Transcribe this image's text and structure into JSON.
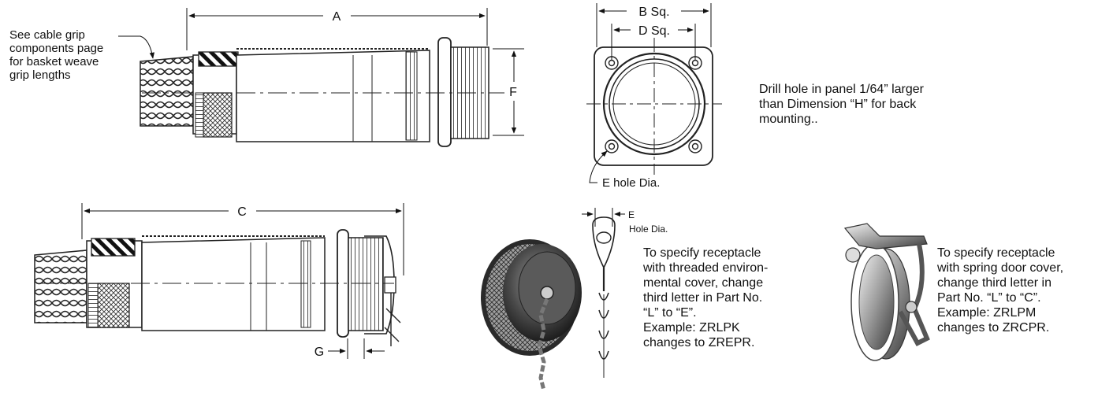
{
  "labels": {
    "dim_a": "A",
    "dim_b": "B Sq.",
    "dim_d": "D Sq.",
    "dim_f": "F",
    "dim_c": "C",
    "dim_g": "G",
    "dim_e_hole": "E hole Dia.",
    "dim_e": "E",
    "dim_hole_dia": "Hole Dia."
  },
  "cable_grip_note": [
    "See cable grip",
    "components page",
    "for basket weave",
    "grip lengths"
  ],
  "drill_note": [
    "Drill hole in panel 1/64” larger",
    "than Dimension “H” for back",
    "mounting.."
  ],
  "threaded_cover_note": [
    "To specify receptacle",
    "with threaded environ-",
    "mental cover, change",
    "third letter in Part No.",
    "“L” to “E”.",
    "Example: ZRLPK",
    "changes to ZREPR."
  ],
  "spring_cover_note": [
    "To specify receptacle",
    "with spring door cover,",
    "change third letter in",
    "Part No. “L” to “C”.",
    "Example: ZRLPM",
    "changes to ZRCPR."
  ]
}
